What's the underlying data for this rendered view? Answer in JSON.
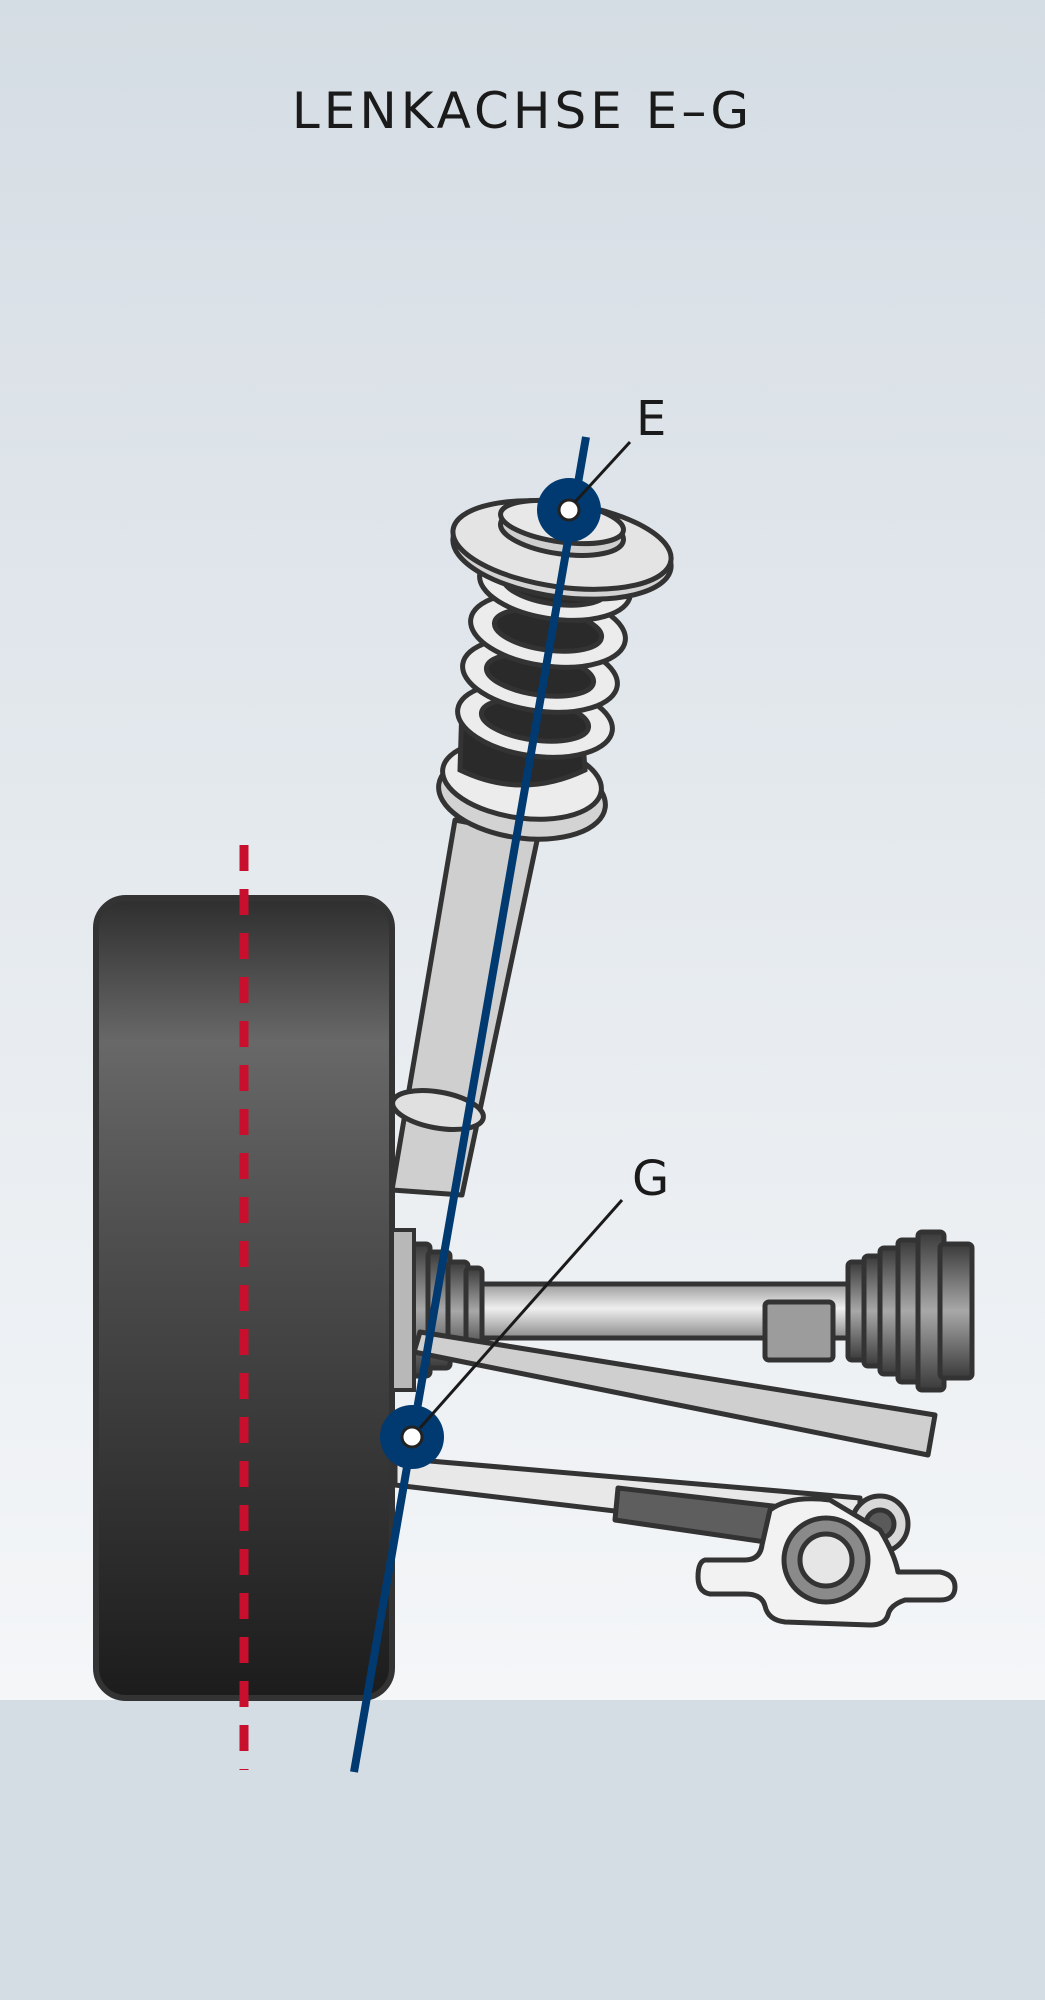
{
  "title": "LENKACHSE E–G",
  "points": {
    "upper": {
      "label": "E"
    },
    "lower": {
      "label": "G"
    }
  },
  "colors": {
    "steering_axis": "#003a70",
    "wheel_vertical": "#c8102e",
    "background_top": "#d5dde4",
    "background_bottom": "#f4f6f8",
    "ground": "#d5dde4",
    "tire_dark": "#1e1e1e",
    "tire_light": "#6a6a6a",
    "metal": "#c9c9c9",
    "outline": "#333333"
  }
}
